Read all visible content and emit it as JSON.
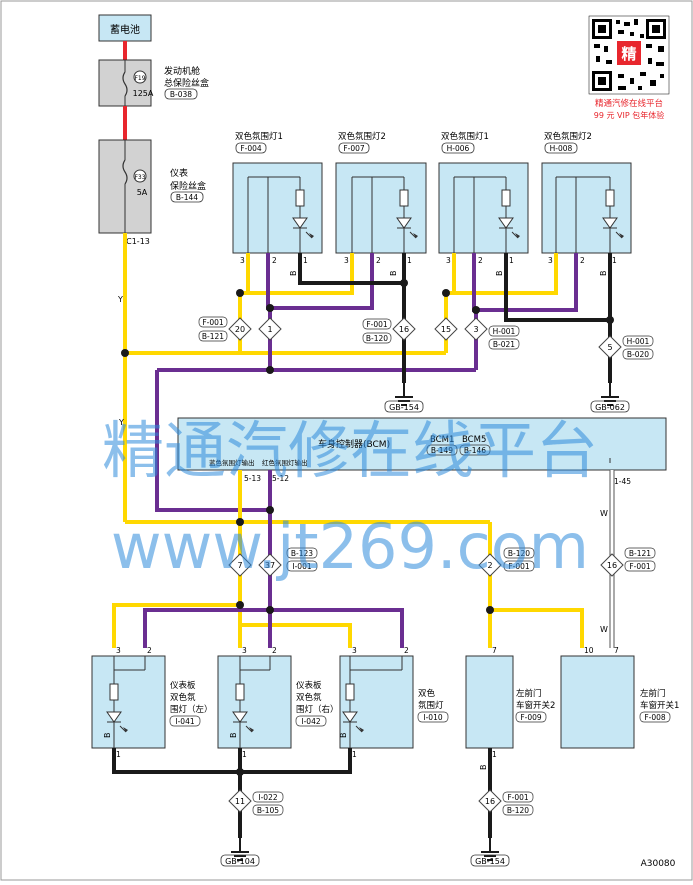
{
  "battery": "蓄电池",
  "fuse_engine": {
    "label1": "发动机舱",
    "label2": "总保险丝盒",
    "code": "B-038",
    "fuse_id": "F19",
    "rating": "125A"
  },
  "fuse_meter": {
    "label1": "仪表",
    "label2": "保险丝盒",
    "code": "B-144",
    "fuse_id": "F33",
    "rating": "5A",
    "conn": "C1-13"
  },
  "qr": {
    "badge": "精",
    "line1": "精通汽修在线平台",
    "line2": "99 元 VIP 包年体验"
  },
  "lamps_top": [
    {
      "name": "双色氛围灯1",
      "code": "F-004"
    },
    {
      "name": "双色氛围灯2",
      "code": "F-007"
    },
    {
      "name": "双色氛围灯1",
      "code": "H-006"
    },
    {
      "name": "双色氛围灯2",
      "code": "H-008"
    }
  ],
  "pins_top": {
    "p3": "3",
    "p2": "2",
    "p1": "1"
  },
  "splices_top": [
    {
      "num": "20",
      "c1": "F-001",
      "c2": "B-121"
    },
    {
      "num": "1"
    },
    {
      "num": "16",
      "c1": "F-001",
      "c2": "B-120"
    },
    {
      "num": "15"
    },
    {
      "num": "3",
      "c1": "H-001",
      "c2": "B-021"
    },
    {
      "num": "5",
      "c1": "H-001",
      "c2": "B-020"
    }
  ],
  "grounds": {
    "g1": "GB-154",
    "g2": "GB-062",
    "g3": "GB-104",
    "g4": "GB-154"
  },
  "bcm": {
    "name": "车身控制器(BCM)",
    "c1": "BCM1",
    "c2": "BCM5",
    "c1code": "B-149",
    "c2code": "B-146",
    "out1": "蓝色氛围灯输出",
    "out2": "红色氛围灯输出",
    "pin1": "5-13",
    "pin2": "5-12",
    "pin3": "1-45"
  },
  "splices_mid": [
    {
      "num": "7"
    },
    {
      "num": "37",
      "c1": "B-123",
      "c2": "I-001"
    },
    {
      "num": "2",
      "c1": "B-120",
      "c2": "F-001"
    },
    {
      "num": "16",
      "c1": "B-121",
      "c2": "F-001"
    }
  ],
  "lamps_bottom": [
    {
      "l1": "仪表板",
      "l2": "双色氛",
      "l3": "围灯（左）",
      "code": "I-041"
    },
    {
      "l1": "仪表板",
      "l2": "双色氛",
      "l3": "围灯（右）",
      "code": "I-042"
    },
    {
      "l1": "双色",
      "l2": "氛围灯",
      "code": "I-010"
    }
  ],
  "switches": [
    {
      "l1": "左前门",
      "l2": "车窗开关2",
      "code": "F-009",
      "pin": "7"
    },
    {
      "l1": "左前门",
      "l2": "车窗开关1",
      "code": "F-008",
      "pin_a": "10",
      "pin_b": "7"
    }
  ],
  "splices_bottom": [
    {
      "num": "11",
      "c1": "I-022",
      "c2": "B-105"
    },
    {
      "num": "16",
      "c1": "F-001",
      "c2": "B-120"
    }
  ],
  "wire_color": {
    "y": "Y",
    "b": "B",
    "w": "W"
  },
  "watermark_cn": "精通汽修在线平台",
  "watermark_url": "www.jt269.com",
  "diagram_id": "A30080",
  "colors": {
    "yellow": "#ffd800",
    "purple": "#6a2e91",
    "black": "#1a1a1a",
    "red": "#e8262d",
    "box": "#c7e7f4",
    "gray": "#d2d2d2"
  }
}
